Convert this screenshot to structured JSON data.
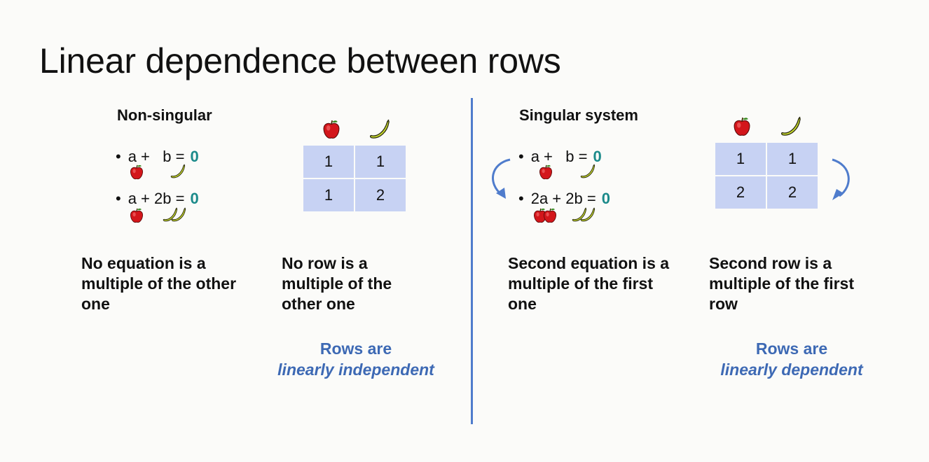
{
  "title": "Linear dependence between rows",
  "left": {
    "heading": "Non-singular",
    "equations": [
      {
        "bullet": "•",
        "text": "a +   b =",
        "rhs": "0"
      },
      {
        "bullet": "•",
        "text": "a + 2b =",
        "rhs": "0"
      }
    ],
    "matrix": [
      [
        "1",
        "1"
      ],
      [
        "1",
        "2"
      ]
    ],
    "equation_note": "No equation is a multiple of the other one",
    "row_note": "No row is a multiple of the other one",
    "result_line1": "Rows are",
    "result_line2": "linearly independent"
  },
  "right": {
    "heading": "Singular system",
    "equations": [
      {
        "bullet": "•",
        "text": "a +   b =",
        "rhs": "0"
      },
      {
        "bullet": "•",
        "text": "2a + 2b =",
        "rhs": "0"
      }
    ],
    "matrix": [
      [
        "1",
        "1"
      ],
      [
        "2",
        "2"
      ]
    ],
    "equation_note": "Second equation is a multiple of the first one",
    "row_note": "Second row is a multiple of the first row",
    "result_line1": "Rows are",
    "result_line2": "linearly dependent"
  },
  "colors": {
    "accent_blue": "#3d69b4",
    "divider_blue": "#4f7ccc",
    "zero_teal": "#1b8a8a",
    "matrix_cell": "#c7d2f3",
    "apple_red": "#d3161b",
    "banana_yellow": "#c8da2e"
  },
  "icons": [
    "apple-icon",
    "banana-icon",
    "curved-arrow-icon"
  ]
}
